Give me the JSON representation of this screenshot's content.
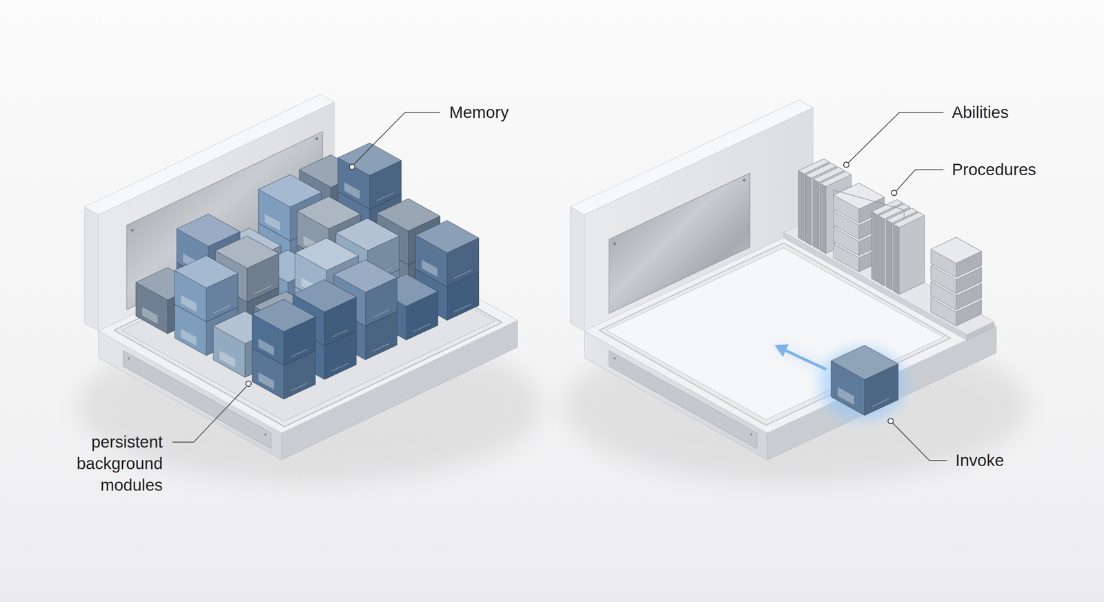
{
  "diagram": {
    "labels": [
      "Memory",
      "persistent background modules",
      "Abilities",
      "Procedures",
      "Invoke"
    ]
  }
}
